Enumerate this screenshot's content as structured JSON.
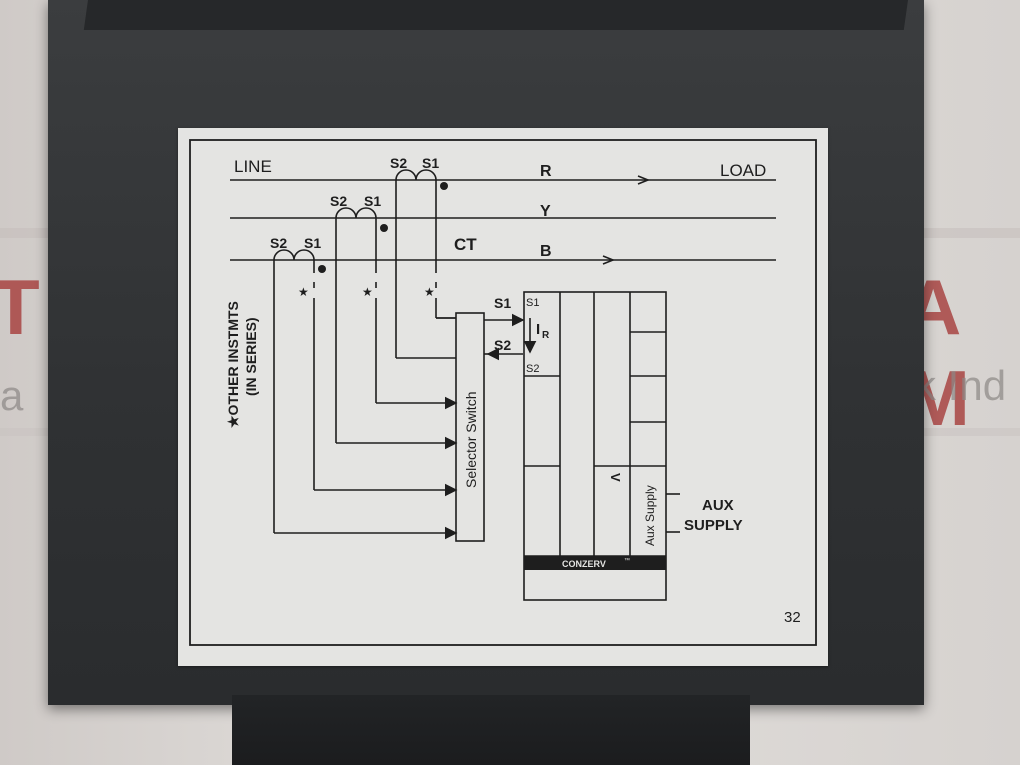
{
  "background": {
    "sign_letters_left": "T",
    "sign_letters_right": "A M",
    "sign_sub_left": "a",
    "sign_sub_right": "k Ind"
  },
  "diagram": {
    "line_label": "LINE",
    "load_label": "LOAD",
    "phase_r": "R",
    "phase_y": "Y",
    "phase_b": "B",
    "ct_label": "CT",
    "s1": "S1",
    "s2": "S2",
    "star": "★",
    "other_instruments_line1": "★OTHER INSTMTS",
    "other_instruments_line2": "(IN SERIES)",
    "selector_switch": "Selector Switch",
    "current_symbol": "I",
    "current_subscript": "R",
    "voltage_symbol": "V",
    "aux_supply_vertical": "Aux Supply",
    "aux_line1": "AUX",
    "aux_line2": "SUPPLY",
    "brand": "CONZERV",
    "trademark": "™",
    "page_number": "32"
  },
  "colors": {
    "housing": "#2f3133",
    "label_bg": "#e4e4e2",
    "ink": "#1e1e1e"
  }
}
